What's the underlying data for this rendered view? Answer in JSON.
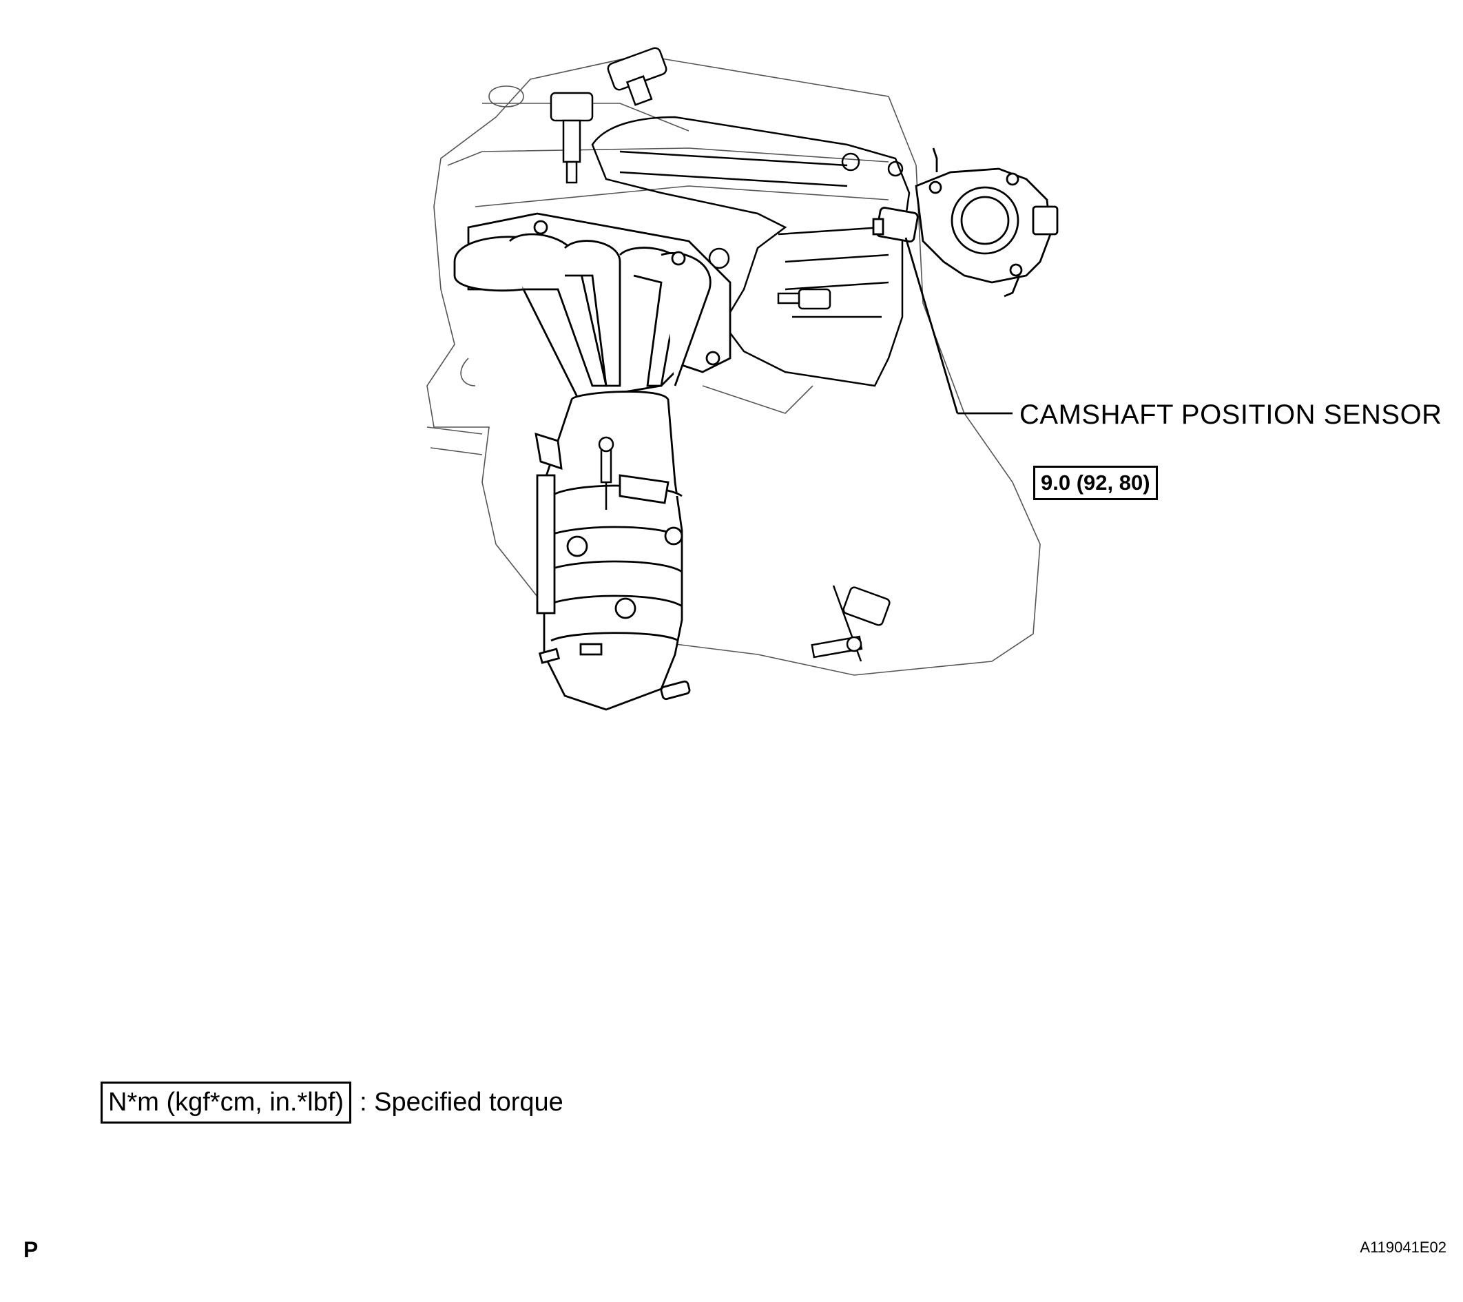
{
  "callout": {
    "label": "CAMSHAFT POSITION SENSOR"
  },
  "torque_spec": {
    "value": "9.0 (92, 80)"
  },
  "legend": {
    "unit": "N*m (kgf*cm, in.*lbf)",
    "text": ": Specified torque"
  },
  "footer": {
    "view_letter": "P",
    "figure_code": "A119041E02"
  }
}
